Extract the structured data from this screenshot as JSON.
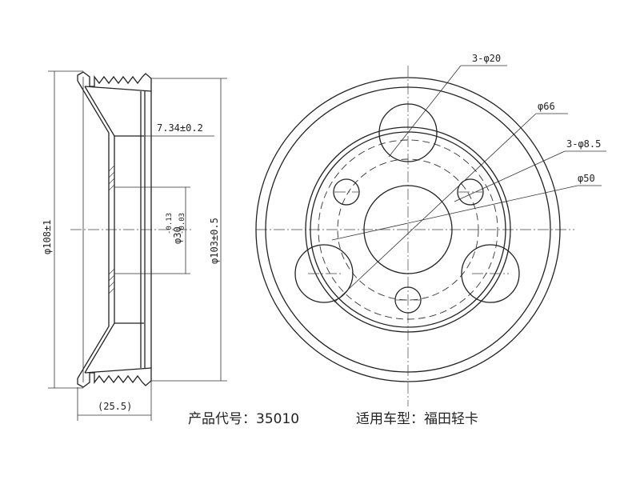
{
  "side_view": {
    "outer_diameter": "φ108±1",
    "groove_diameter": "φ103±0.5",
    "bore_diameter": "φ30",
    "bore_tol_upper": "-0.13",
    "bore_tol_lower": "-0.03",
    "flange_thickness": "7.34±0.2",
    "total_width": "(25.5)"
  },
  "front_view": {
    "large_holes": "3-φ20",
    "pitch_circle_large": "φ66",
    "small_holes": "3-φ8.5",
    "pitch_circle_small": "φ50"
  },
  "caption": {
    "product_code": "产品代号：35010",
    "vehicle": "适用车型：福田轻卡"
  }
}
